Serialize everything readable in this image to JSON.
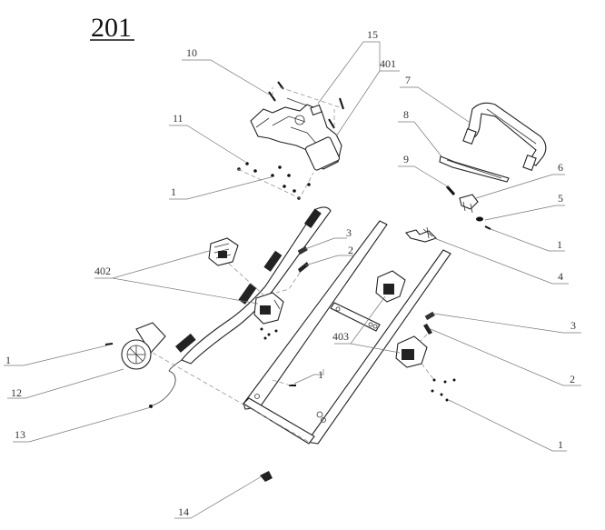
{
  "diagram": {
    "title": "201",
    "type": "exploded parts diagram",
    "callouts": [
      {
        "id": "c10",
        "label": "10",
        "part": "screw"
      },
      {
        "id": "c15",
        "label": "15",
        "part": "cable clip / plate"
      },
      {
        "id": "c401",
        "label": "401",
        "part": "upper handle console assembly"
      },
      {
        "id": "c11",
        "label": "11",
        "part": "screw"
      },
      {
        "id": "c1a",
        "label": "1",
        "part": "screw"
      },
      {
        "id": "c7",
        "label": "7",
        "part": "bail handle"
      },
      {
        "id": "c8",
        "label": "8",
        "part": "lever bar"
      },
      {
        "id": "c9",
        "label": "9",
        "part": "spring"
      },
      {
        "id": "c6",
        "label": "6",
        "part": "bracket"
      },
      {
        "id": "c5",
        "label": "5",
        "part": "nut"
      },
      {
        "id": "c1b",
        "label": "1",
        "part": "screw"
      },
      {
        "id": "c4",
        "label": "4",
        "part": "linkage bracket"
      },
      {
        "id": "c3a",
        "label": "3",
        "part": "spring"
      },
      {
        "id": "c2a",
        "label": "2",
        "part": "pin"
      },
      {
        "id": "c402",
        "label": "402",
        "part": "handle knob assembly"
      },
      {
        "id": "c403",
        "label": "403",
        "part": "handle knob assembly"
      },
      {
        "id": "c3b",
        "label": "3",
        "part": "spring"
      },
      {
        "id": "c2b",
        "label": "2",
        "part": "pin"
      },
      {
        "id": "c1c",
        "label": "1",
        "part": "screw"
      },
      {
        "id": "c1d",
        "label": "1",
        "part": "screw"
      },
      {
        "id": "c1e",
        "label": "1",
        "part": "screw"
      },
      {
        "id": "c12",
        "label": "12",
        "part": "cable reel cover"
      },
      {
        "id": "c13",
        "label": "13",
        "part": "cable"
      },
      {
        "id": "c14",
        "label": "14",
        "part": "cable clip"
      }
    ]
  }
}
